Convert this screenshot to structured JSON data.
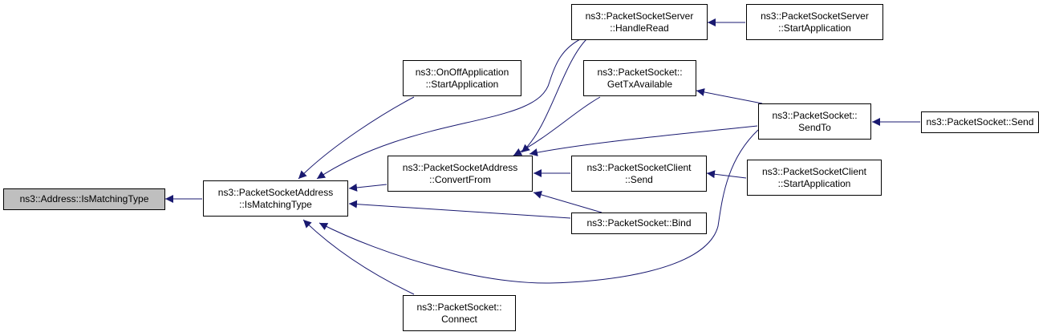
{
  "diagram": {
    "edge_color": "#191970",
    "focus_fill": "#bfbfbf",
    "nodes": {
      "address_is_matching_type": {
        "lines": [
          "ns3::Address::IsMatchingType"
        ]
      },
      "psa_is_matching_type": {
        "lines": [
          "ns3::PacketSocketAddress",
          "::IsMatchingType"
        ]
      },
      "onoff_start_application": {
        "lines": [
          "ns3::OnOffApplication",
          "::StartApplication"
        ]
      },
      "psa_convert_from": {
        "lines": [
          "ns3::PacketSocketAddress",
          "::ConvertFrom"
        ]
      },
      "ps_connect": {
        "lines": [
          "ns3::PacketSocket::",
          "Connect"
        ]
      },
      "pss_handle_read": {
        "lines": [
          "ns3::PacketSocketServer",
          "::HandleRead"
        ]
      },
      "ps_get_tx_available": {
        "lines": [
          "ns3::PacketSocket::",
          "GetTxAvailable"
        ]
      },
      "psc_send": {
        "lines": [
          "ns3::PacketSocketClient",
          "::Send"
        ]
      },
      "ps_bind": {
        "lines": [
          "ns3::PacketSocket::Bind"
        ]
      },
      "pss_start_application": {
        "lines": [
          "ns3::PacketSocketServer",
          "::StartApplication"
        ]
      },
      "ps_send_to": {
        "lines": [
          "ns3::PacketSocket::",
          "SendTo"
        ]
      },
      "psc_start_application": {
        "lines": [
          "ns3::PacketSocketClient",
          "::StartApplication"
        ]
      },
      "ps_send": {
        "lines": [
          "ns3::PacketSocket::Send"
        ]
      }
    },
    "edges": [
      {
        "from": "psa_is_matching_type",
        "to": "address_is_matching_type"
      },
      {
        "from": "onoff_start_application",
        "to": "psa_is_matching_type"
      },
      {
        "from": "psa_convert_from",
        "to": "psa_is_matching_type"
      },
      {
        "from": "pss_handle_read",
        "to": "psa_is_matching_type"
      },
      {
        "from": "ps_bind",
        "to": "psa_is_matching_type"
      },
      {
        "from": "ps_send_to",
        "to": "psa_is_matching_type"
      },
      {
        "from": "ps_connect",
        "to": "psa_is_matching_type"
      },
      {
        "from": "pss_handle_read",
        "to": "psa_convert_from"
      },
      {
        "from": "ps_get_tx_available",
        "to": "psa_convert_from"
      },
      {
        "from": "ps_send_to",
        "to": "psa_convert_from"
      },
      {
        "from": "psc_send",
        "to": "psa_convert_from"
      },
      {
        "from": "ps_bind",
        "to": "psa_convert_from"
      },
      {
        "from": "pss_start_application",
        "to": "pss_handle_read"
      },
      {
        "from": "ps_send_to",
        "to": "ps_get_tx_available"
      },
      {
        "from": "ps_send",
        "to": "ps_send_to"
      },
      {
        "from": "psc_start_application",
        "to": "psc_send"
      }
    ]
  }
}
